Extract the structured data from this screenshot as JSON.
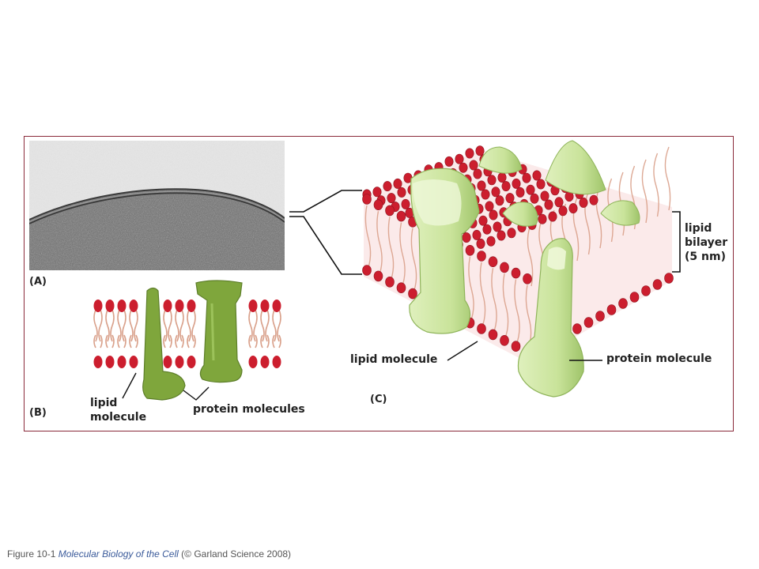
{
  "panels": {
    "a": "(A)",
    "b": "(B)",
    "c": "(C)"
  },
  "labels_b": {
    "lipid_line1": "lipid",
    "lipid_line2": "molecule",
    "protein": "protein molecules"
  },
  "labels_c": {
    "bilayer_line1": "lipid",
    "bilayer_line2": "bilayer",
    "bilayer_line3": "(5 nm)",
    "lipid": "lipid molecule",
    "protein": "protein molecule"
  },
  "caption": {
    "prefix": "Figure 10-1",
    "book": "Molecular Biology of the Cell",
    "suffix": "(© Garland Science 2008)"
  },
  "colors": {
    "frame": "#8a2a3a",
    "lipid_head": "#cc1e2e",
    "lipid_tail": "#d9a08a",
    "protein_b": "#7fa63c",
    "protein_c": "#c9e39a"
  }
}
